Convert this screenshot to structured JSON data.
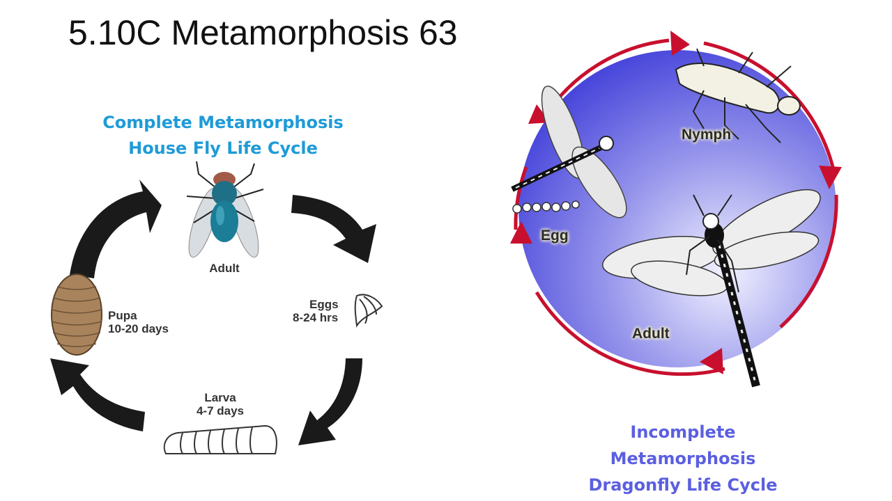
{
  "slide": {
    "title": "5.10C Metamorphosis 63"
  },
  "housefly": {
    "caption_line1": "Complete Metamorphosis",
    "caption_line2": "House Fly Life Cycle",
    "stages": {
      "adult": {
        "name": "Adult"
      },
      "eggs": {
        "name": "Eggs",
        "duration": "8-24 hrs"
      },
      "larva": {
        "name": "Larva",
        "duration": "4-7 days"
      },
      "pupa": {
        "name": "Pupa",
        "duration": "10-20 days"
      }
    }
  },
  "dragonfly": {
    "caption_line1": "Incomplete",
    "caption_line2": "Metamorphosis",
    "caption_line3": "Dragonfly Life Cycle",
    "stages": {
      "nymph": "Nymph",
      "egg": "Egg",
      "adult": "Adult"
    }
  },
  "colors": {
    "caption_left": "#1e9bd7",
    "caption_right": "#5b5fe0",
    "cycle_arrow_black": "#1a1a1a",
    "cycle_arrow_red": "#c8102e",
    "disc_blue": "#3c3ad8"
  }
}
